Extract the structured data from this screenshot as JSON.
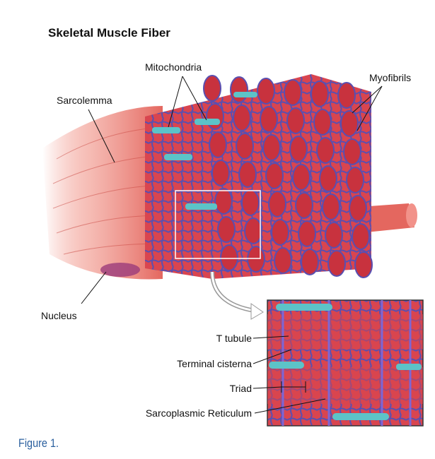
{
  "title": "Skeletal Muscle Fiber",
  "labels": {
    "mitochondria": "Mitochondria",
    "myofibrils": "Myofibrils",
    "sarcolemma": "Sarcolemma",
    "nucleus": "Nucleus",
    "t_tubule": "T tubule",
    "terminal_cisterna": "Terminal cisterna",
    "triad": "Triad",
    "sarcoplasmic_reticulum": "Sarcoplasmic Reticulum"
  },
  "caption": "Figure 1.",
  "colors": {
    "muscle": "#d9454f",
    "muscle_light": "#f08a80",
    "reticulum": "#5a4fb0",
    "mitochondria": "#5cc3c8",
    "caption": "#2a5f9e"
  }
}
